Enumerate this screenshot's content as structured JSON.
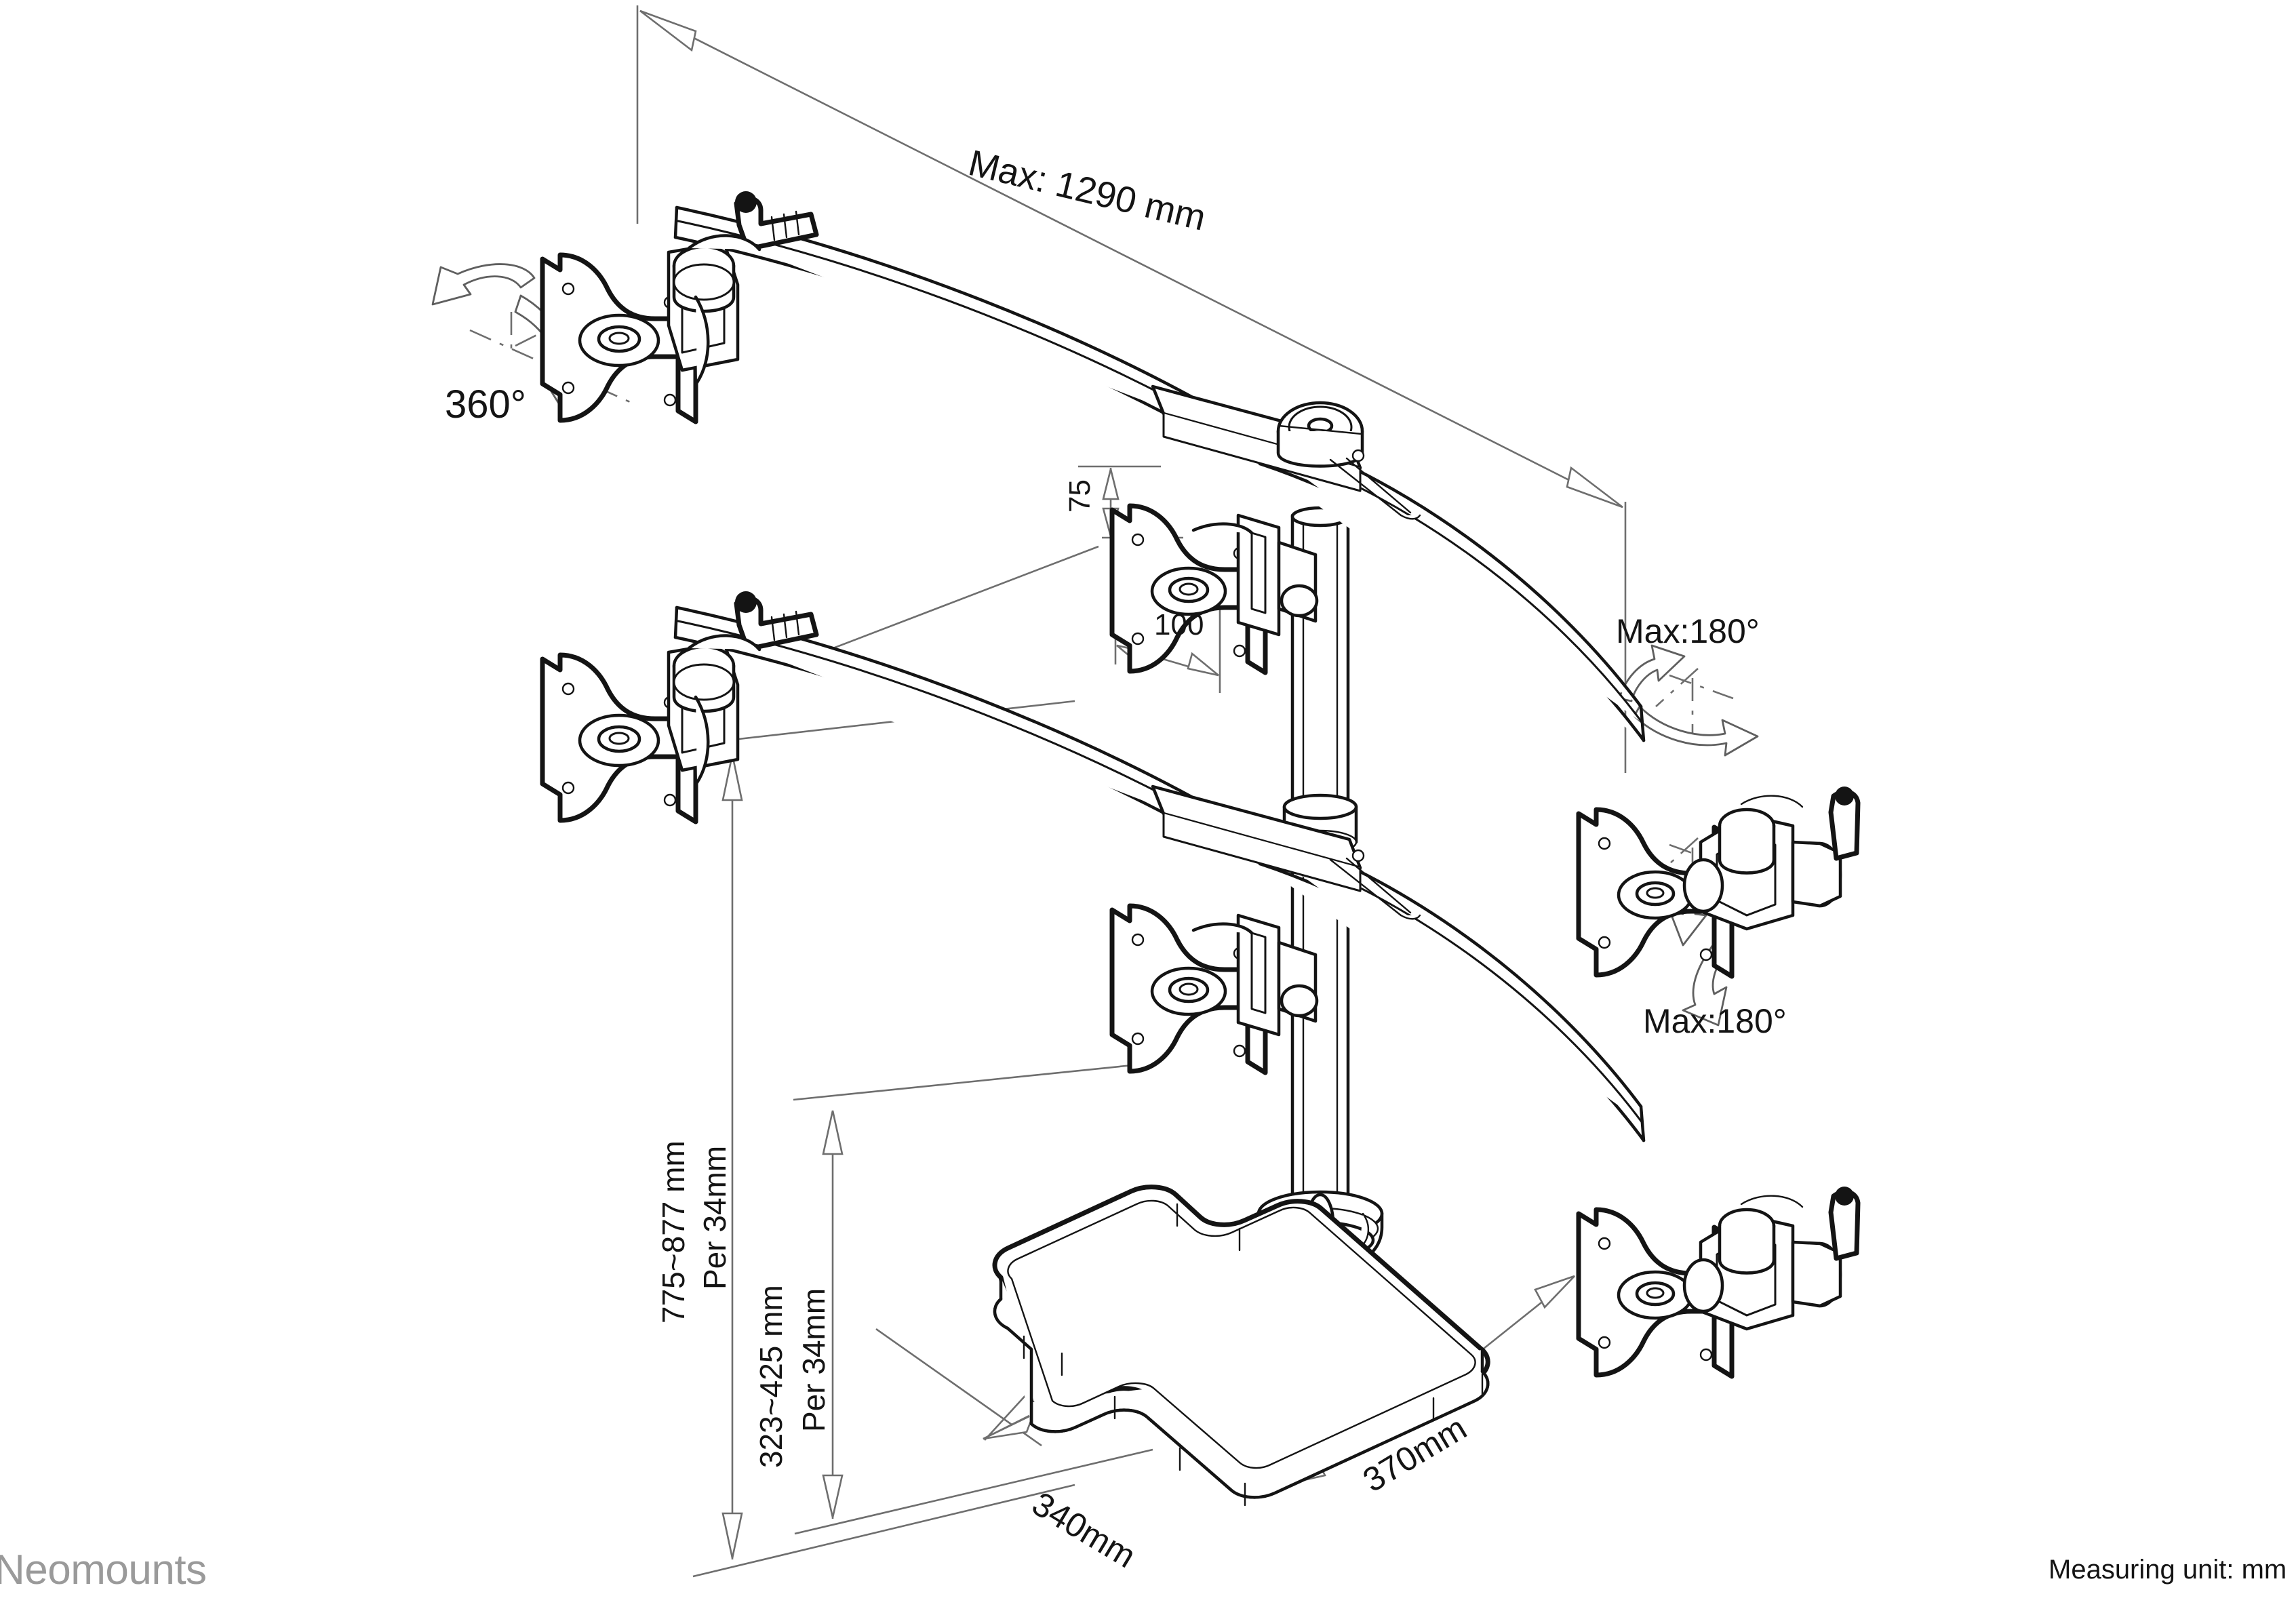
{
  "document": {
    "type": "technical-dimension-drawing",
    "product": "quad monitor desk stand",
    "brand_logo": "Neomounts",
    "unit_note": "Measuring unit: mm"
  },
  "dimensions": {
    "max_width": "Max: 1290 mm",
    "vesa_vertical": "75",
    "vesa_horizontal": "100",
    "height_upper": "775~877 mm",
    "height_upper_step": "Per 34mm",
    "height_lower": "323~425 mm",
    "height_lower_step": "Per 34mm",
    "base_depth": "340mm",
    "base_width": "370mm"
  },
  "rotations": {
    "head_rotation": "360°",
    "swivel_upper": "Max:180°",
    "swivel_lower": "Max:180°"
  },
  "icons": {
    "rotate_ccw": "rotate-counterclockwise-icon",
    "rotate_cw": "rotate-clockwise-icon",
    "tilt_up": "tilt-up-arrow-icon",
    "tilt_down": "tilt-down-arrow-icon",
    "dimension_arrow": "dimension-arrow-icon"
  },
  "colors": {
    "ink": "#141414",
    "thin_line": "#6e6e6e",
    "logo_gray": "#9a9a9a",
    "background": "#ffffff"
  }
}
